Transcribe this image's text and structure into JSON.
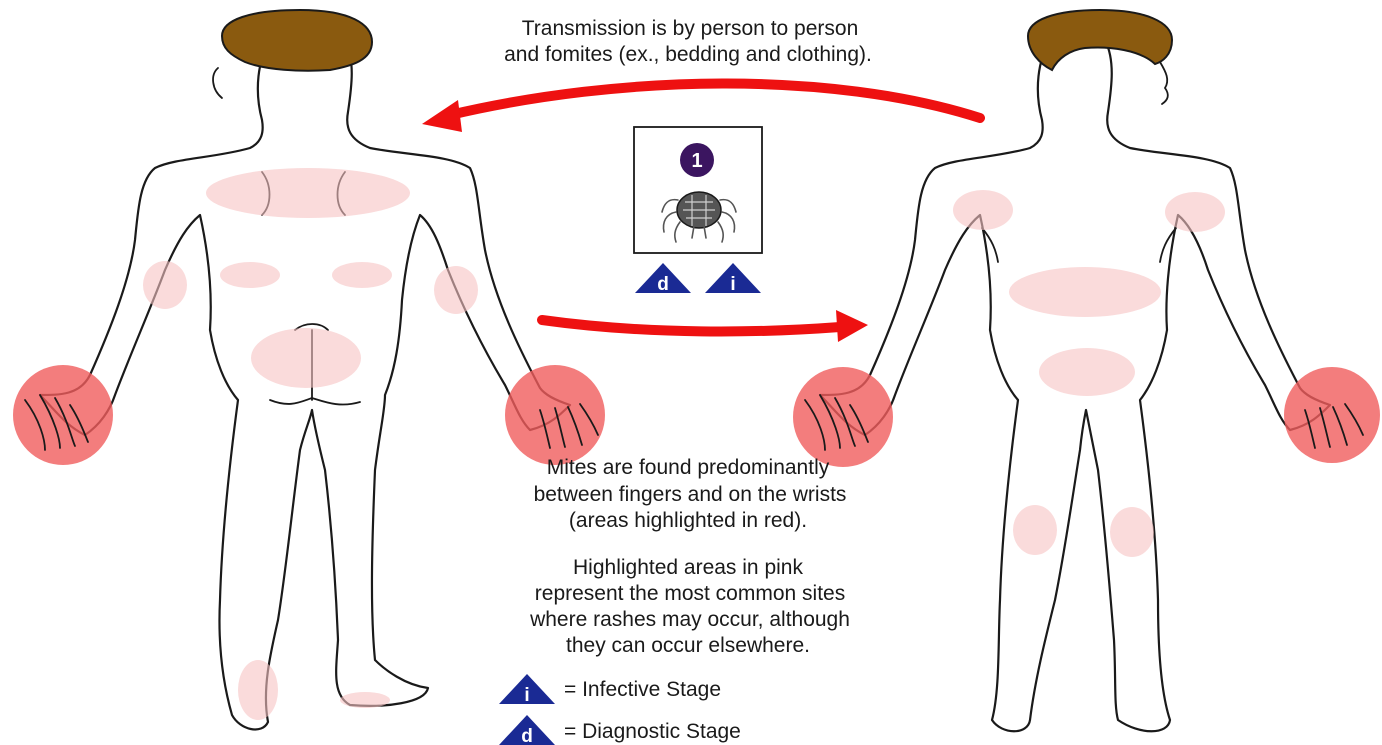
{
  "transmission_text": {
    "line1": "Transmission is by person to person",
    "line2": "and fomites (ex., bedding and clothing)."
  },
  "stage_box": {
    "number": "1",
    "badges": [
      "d",
      "i"
    ]
  },
  "mites_text": {
    "line1": "Mites are found predominantly",
    "line2": "between fingers and on the wrists",
    "line3": "(areas highlighted in red)."
  },
  "pink_text": {
    "line1": "Highlighted areas in pink",
    "line2": "represent the most common sites",
    "line3": "where rashes may occur, although",
    "line4": "they can occur elsewhere."
  },
  "legend": {
    "infective": {
      "letter": "i",
      "label": "= Infective Stage"
    },
    "diagnostic": {
      "letter": "d",
      "label": "= Diagnostic Stage"
    }
  },
  "colors": {
    "arrow": "#ee1111",
    "badge": "#1a2a94",
    "number_circle": "#3b1560",
    "pink_area": "#f7c3c3",
    "red_area": "#f05d5d",
    "hair": "#8a5a0f"
  }
}
